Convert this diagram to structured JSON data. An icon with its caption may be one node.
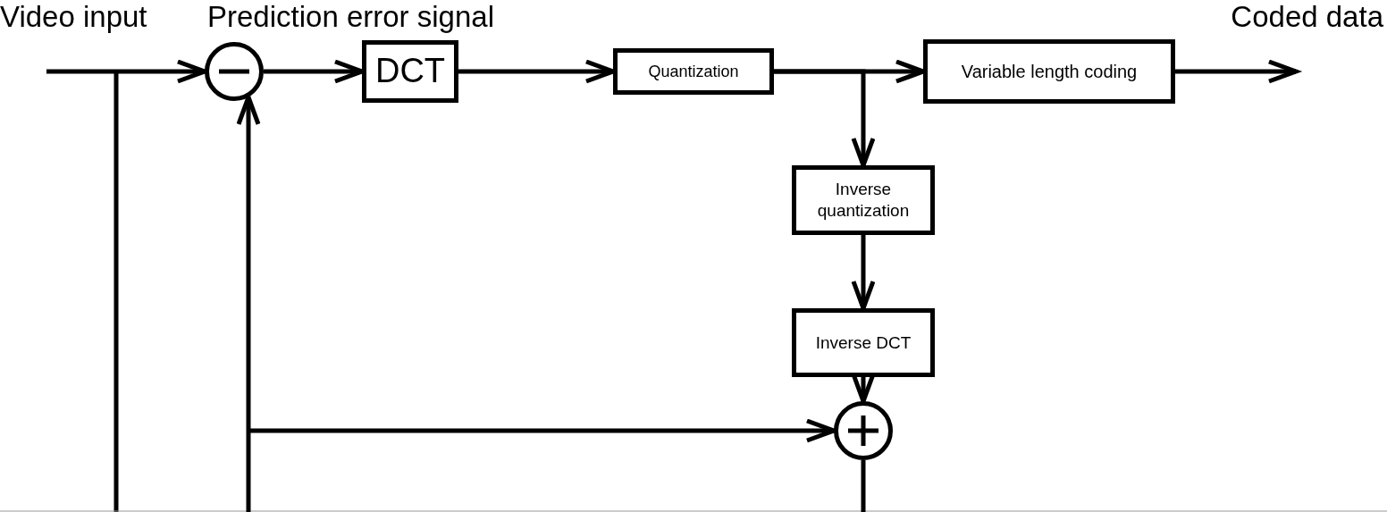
{
  "diagram": {
    "nodes": [
      {
        "text": [],
        "shape": "circle"
      },
      {
        "text": [
          "DCT"
        ]
      },
      {
        "text": [
          "Quantization"
        ]
      },
      {
        "text": [
          "Variable length coding"
        ]
      },
      {
        "text": [
          "Inverse quantization"
        ]
      },
      {
        "text": [
          "Inverse DCT"
        ]
      },
      {
        "text": [],
        "shape": "circle"
      }
    ],
    "edges": [
      {
        "from": null,
        "to": 0,
        "arrow": "to"
      },
      {
        "from": 0,
        "to": 1,
        "arrow": "to"
      },
      {
        "from": 1,
        "to": 2,
        "arrow": "to"
      },
      {
        "from": 2,
        "to": 3,
        "arrow": "to"
      },
      {
        "from": 2,
        "to": 4,
        "arrow": "to"
      },
      {
        "from": 4,
        "to": 5,
        "arrow": "to"
      },
      {
        "from": 5,
        "to": 6,
        "arrow": "to"
      },
      {
        "from": 3,
        "to": null,
        "arrow": "to"
      },
      {
        "from": null,
        "to": 0,
        "arrow": "to"
      },
      {
        "from": null,
        "to": 6,
        "arrow": "to"
      },
      {
        "from": 6,
        "to": null,
        "arrow": "none"
      }
    ],
    "labels": [
      "Video input",
      "Prediction error signal",
      "Coded data"
    ]
  }
}
